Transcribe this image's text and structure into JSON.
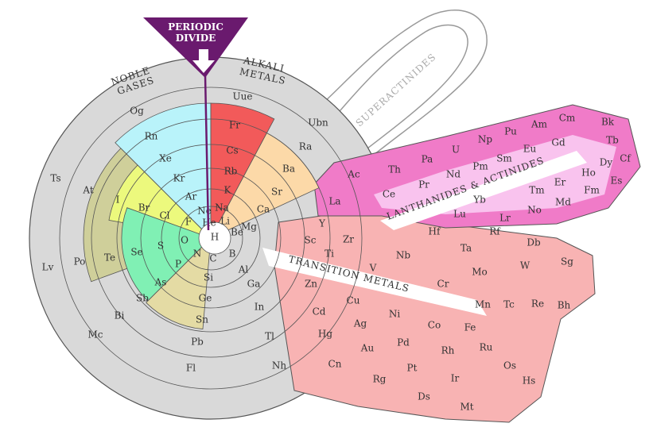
{
  "labels": {
    "periodic_divide_1": "PERIODIC",
    "periodic_divide_2": "DIVIDE",
    "noble_1": "NOBLE",
    "noble_2": "GASES",
    "alkali_1": "ALKALI",
    "alkali_2": "METALS",
    "superactinides": "SUPERACTINIDES",
    "lanthanides": "LANTHANIDES & ACTINIDES",
    "transition": "TRANSITION METALS"
  },
  "colors": {
    "divide": "#6a1a6e",
    "noble": "#b9f3fa",
    "alkali": "#f25a5a",
    "alkaline": "#fcd9a8",
    "halogen": "#ecf97d",
    "olive": "#cfcf9a",
    "chalcogen": "#80f0b4",
    "metalloid": "#e4dba4",
    "base": "#d9d9d9",
    "transition": "#f8b3b3",
    "lanthanide": "#f07bc8"
  },
  "elements": [
    "Uue",
    "Ubn",
    "Og",
    "Rn",
    "Xe",
    "Kr",
    "Ar",
    "Ne",
    "He",
    "H",
    "Li",
    "Be",
    "Fr",
    "Cs",
    "Rb",
    "K",
    "Na",
    "Ra",
    "Ba",
    "Sr",
    "Ca",
    "Mg",
    "B",
    "C",
    "N",
    "O",
    "F",
    "Cl",
    "Br",
    "I",
    "At",
    "Ts",
    "Se",
    "S",
    "P",
    "Si",
    "Al",
    "Ga",
    "Ge",
    "As",
    "Sb",
    "Te",
    "Po",
    "Lv",
    "Bi",
    "Sn",
    "In",
    "Pb",
    "Tl",
    "Mc",
    "Fl",
    "Nh",
    "Y",
    "Sc",
    "Ti",
    "Zr",
    "V",
    "Nb",
    "Cr",
    "Mo",
    "Ta",
    "Hf",
    "W",
    "Sg",
    "Rf",
    "Db",
    "Lr",
    "Lu",
    "Yb",
    "No",
    "Md",
    "Tm",
    "Er",
    "Fm",
    "Es",
    "Ho",
    "Dy",
    "Cf",
    "Tb",
    "Bk",
    "Cm",
    "Am",
    "Gd",
    "Eu",
    "Sm",
    "Pm",
    "Nd",
    "Pr",
    "Ce",
    "La",
    "Ac",
    "Th",
    "Pa",
    "U",
    "Np",
    "Pu",
    "Zn",
    "Cu",
    "Ni",
    "Co",
    "Fe",
    "Mn",
    "Tc",
    "Re",
    "Bh",
    "Ru",
    "Os",
    "Hs",
    "Rh",
    "Ir",
    "Pd",
    "Pt",
    "Ag",
    "Au",
    "Cd",
    "Hg",
    "Cn",
    "Rg",
    "Ds",
    "Mt"
  ]
}
